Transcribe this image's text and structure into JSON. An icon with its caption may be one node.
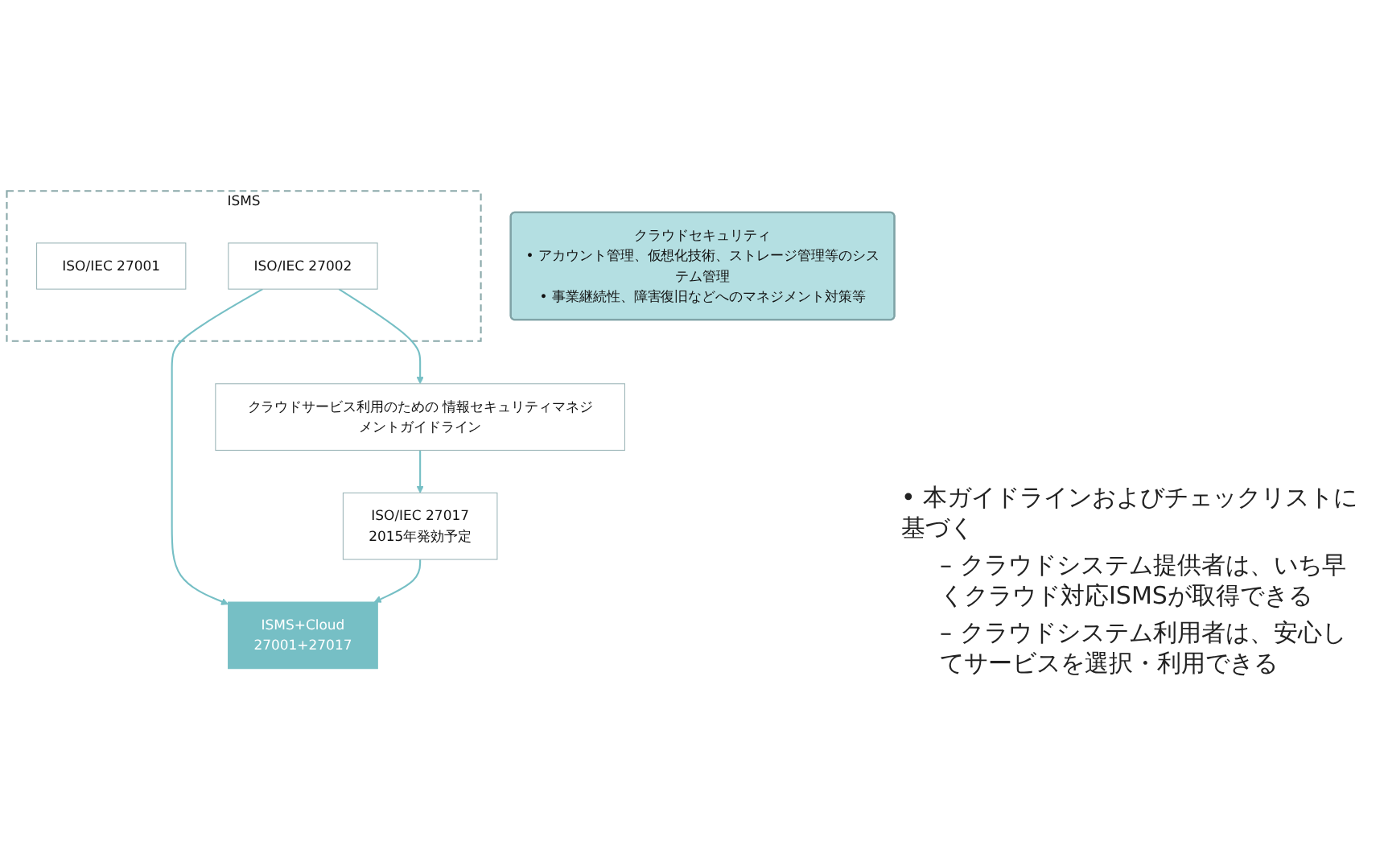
{
  "diagram": {
    "nodes": [
      {
        "text": [
          "ISMS"
        ]
      },
      {
        "text": [
          "ISO/IEC 27001"
        ],
        "in": 0
      },
      {
        "text": [
          "ISO/IEC 27002"
        ],
        "in": 0
      },
      {
        "text": [
          "クラウドサービス利用のための 情報セキュリティマネジメントガイドライン"
        ]
      },
      {
        "text": [
          "ISO/IEC 27017",
          "2015年発効予定"
        ]
      },
      {
        "text": [
          "クラウドセキュリティ",
          "• アカウント管理、仮想化技術、ストレージ管理等のシステム管理",
          "• 事業継続性、障害復旧などへのマネジメント対策等"
        ]
      },
      {
        "text": [
          "ISMS+Cloud",
          "27001+27017"
        ]
      }
    ],
    "edges": [
      {
        "from": 2,
        "to": 3,
        "arrow": "to"
      },
      {
        "from": 3,
        "to": 4,
        "arrow": "to"
      },
      {
        "from": 2,
        "to": 6,
        "arrow": "to"
      },
      {
        "from": 4,
        "to": 6,
        "arrow": "to"
      }
    ],
    "labels": [
      "• 本ガイドラインおよびチェックリストに基づく",
      "– クラウドシステム提供者は、いち早くクラウド対応ISMSが取得できる",
      "– クラウドシステム利用者は、安心してサービスを選択・利用できる"
    ]
  }
}
